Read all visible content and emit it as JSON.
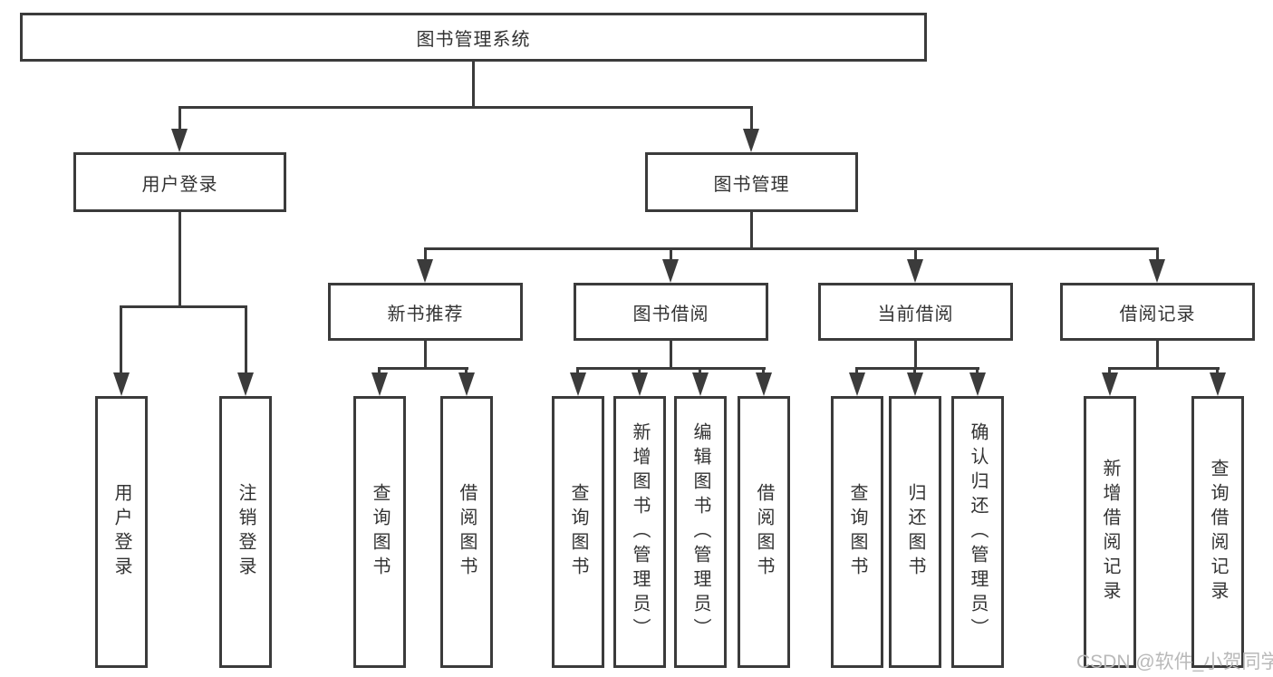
{
  "colors": {
    "line": "#3b3b3b",
    "text": "#333333",
    "watermark": "#b9b9b9",
    "background": "#ffffff"
  },
  "tree": {
    "label": "图书管理系统",
    "children": [
      {
        "label": "用户登录",
        "children": [
          {
            "label": "用户登录"
          },
          {
            "label": "注销登录"
          }
        ]
      },
      {
        "label": "图书管理",
        "children": [
          {
            "label": "新书推荐",
            "children": [
              {
                "label": "查询图书"
              },
              {
                "label": "借阅图书"
              }
            ]
          },
          {
            "label": "图书借阅",
            "children": [
              {
                "label": "查询图书"
              },
              {
                "label": "新增图书（管理员）"
              },
              {
                "label": "编辑图书（管理员）"
              },
              {
                "label": "借阅图书"
              }
            ]
          },
          {
            "label": "当前借阅",
            "children": [
              {
                "label": "查询图书"
              },
              {
                "label": "归还图书"
              },
              {
                "label": "确认归还（管理员）"
              }
            ]
          },
          {
            "label": "借阅记录",
            "children": [
              {
                "label": "新增借阅记录"
              },
              {
                "label": "查询借阅记录"
              }
            ]
          }
        ]
      }
    ]
  },
  "watermark": {
    "text": "CSDN @软件_小贺同学"
  }
}
